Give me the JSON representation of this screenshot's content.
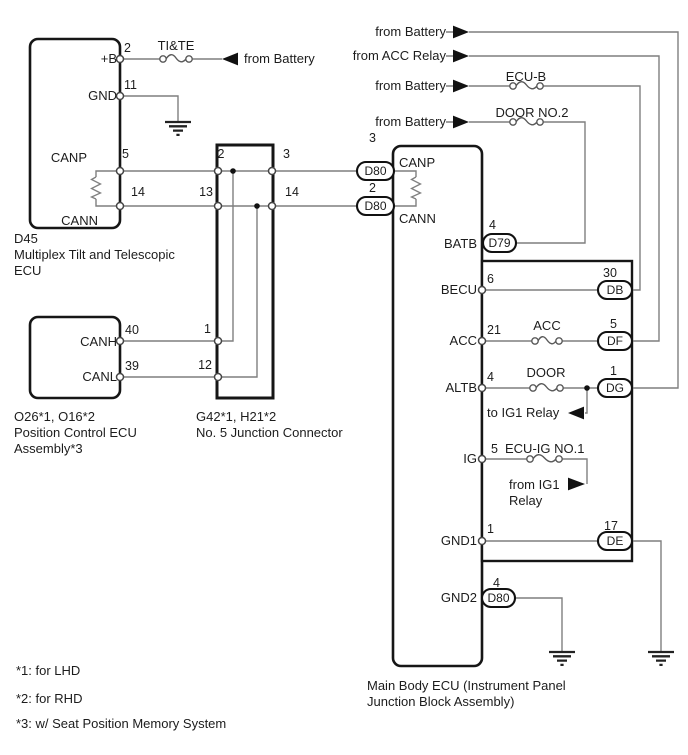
{
  "colors": {
    "background": "#ffffff",
    "ink": "#1c1c1c",
    "wire": "#7f7f7f"
  },
  "d45": {
    "caption1": "D45",
    "caption2": "Multiplex Tilt and Telescopic",
    "caption3": "ECU",
    "pin_b_label": "+B",
    "pin_b_num": "2",
    "pin_gnd_label": "GND",
    "pin_gnd_num": "11",
    "pin_canp_label": "CANP",
    "pin_canp_num": "5",
    "pin_cann_label": "CANN",
    "pin_cann_num": "14",
    "feed_fuse": "TI&TE",
    "feed_label": "from Battery"
  },
  "position_ecu": {
    "caption1": "O26*1, O16*2",
    "caption2": "Position Control ECU",
    "caption3": "Assembly*3",
    "pin_canh_label": "CANH",
    "pin_canh_num": "40",
    "pin_canl_label": "CANL",
    "pin_canl_num": "39"
  },
  "junction5": {
    "caption1": "G42*1, H21*2",
    "caption2": "No. 5 Junction Connector",
    "pin_top_left": "2",
    "pin_top_right": "3",
    "pin_mid_left": "13",
    "pin_mid_right": "14",
    "pin_canh": "1",
    "pin_canl": "12"
  },
  "main_ecu": {
    "caption1": "Main Body ECU (Instrument Panel",
    "caption2": "Junction Block Assembly)",
    "canp_label": "CANP",
    "canp_num": "3",
    "canp_conn": "D80",
    "cann_label": "CANN",
    "cann_num": "2",
    "cann_conn": "D80",
    "batb_label": "BATB",
    "batb_num": "4",
    "batb_conn": "D79",
    "becu_label": "BECU",
    "becu_num": "6",
    "becu_out_num": "30",
    "becu_out_conn": "DB",
    "acc_label": "ACC",
    "acc_num": "21",
    "acc_fuse": "ACC",
    "acc_out_num": "5",
    "acc_out_conn": "DF",
    "altb_label": "ALTB",
    "altb_num": "4",
    "altb_fuse": "DOOR",
    "altb_out_num": "1",
    "altb_out_conn": "DG",
    "altb_branch": "to IG1 Relay",
    "ig_label": "IG",
    "ig_num": "5",
    "ig_fuse": "ECU-IG NO.1",
    "ig_src1": "from IG1",
    "ig_src2": "Relay",
    "gnd1_label": "GND1",
    "gnd1_num": "1",
    "gnd1_out_num": "17",
    "gnd1_out_conn": "DE",
    "gnd2_label": "GND2",
    "gnd2_num": "4",
    "gnd2_conn": "D80"
  },
  "feeds": {
    "battery1": "from Battery",
    "acc_relay": "from ACC Relay",
    "battery2": "from Battery",
    "battery2_fuse": "ECU-B",
    "battery3": "from Battery",
    "battery3_fuse": "DOOR NO.2"
  },
  "notes": {
    "n1": "*1: for LHD",
    "n2": "*2: for RHD",
    "n3": "*3: w/ Seat Position Memory System"
  }
}
